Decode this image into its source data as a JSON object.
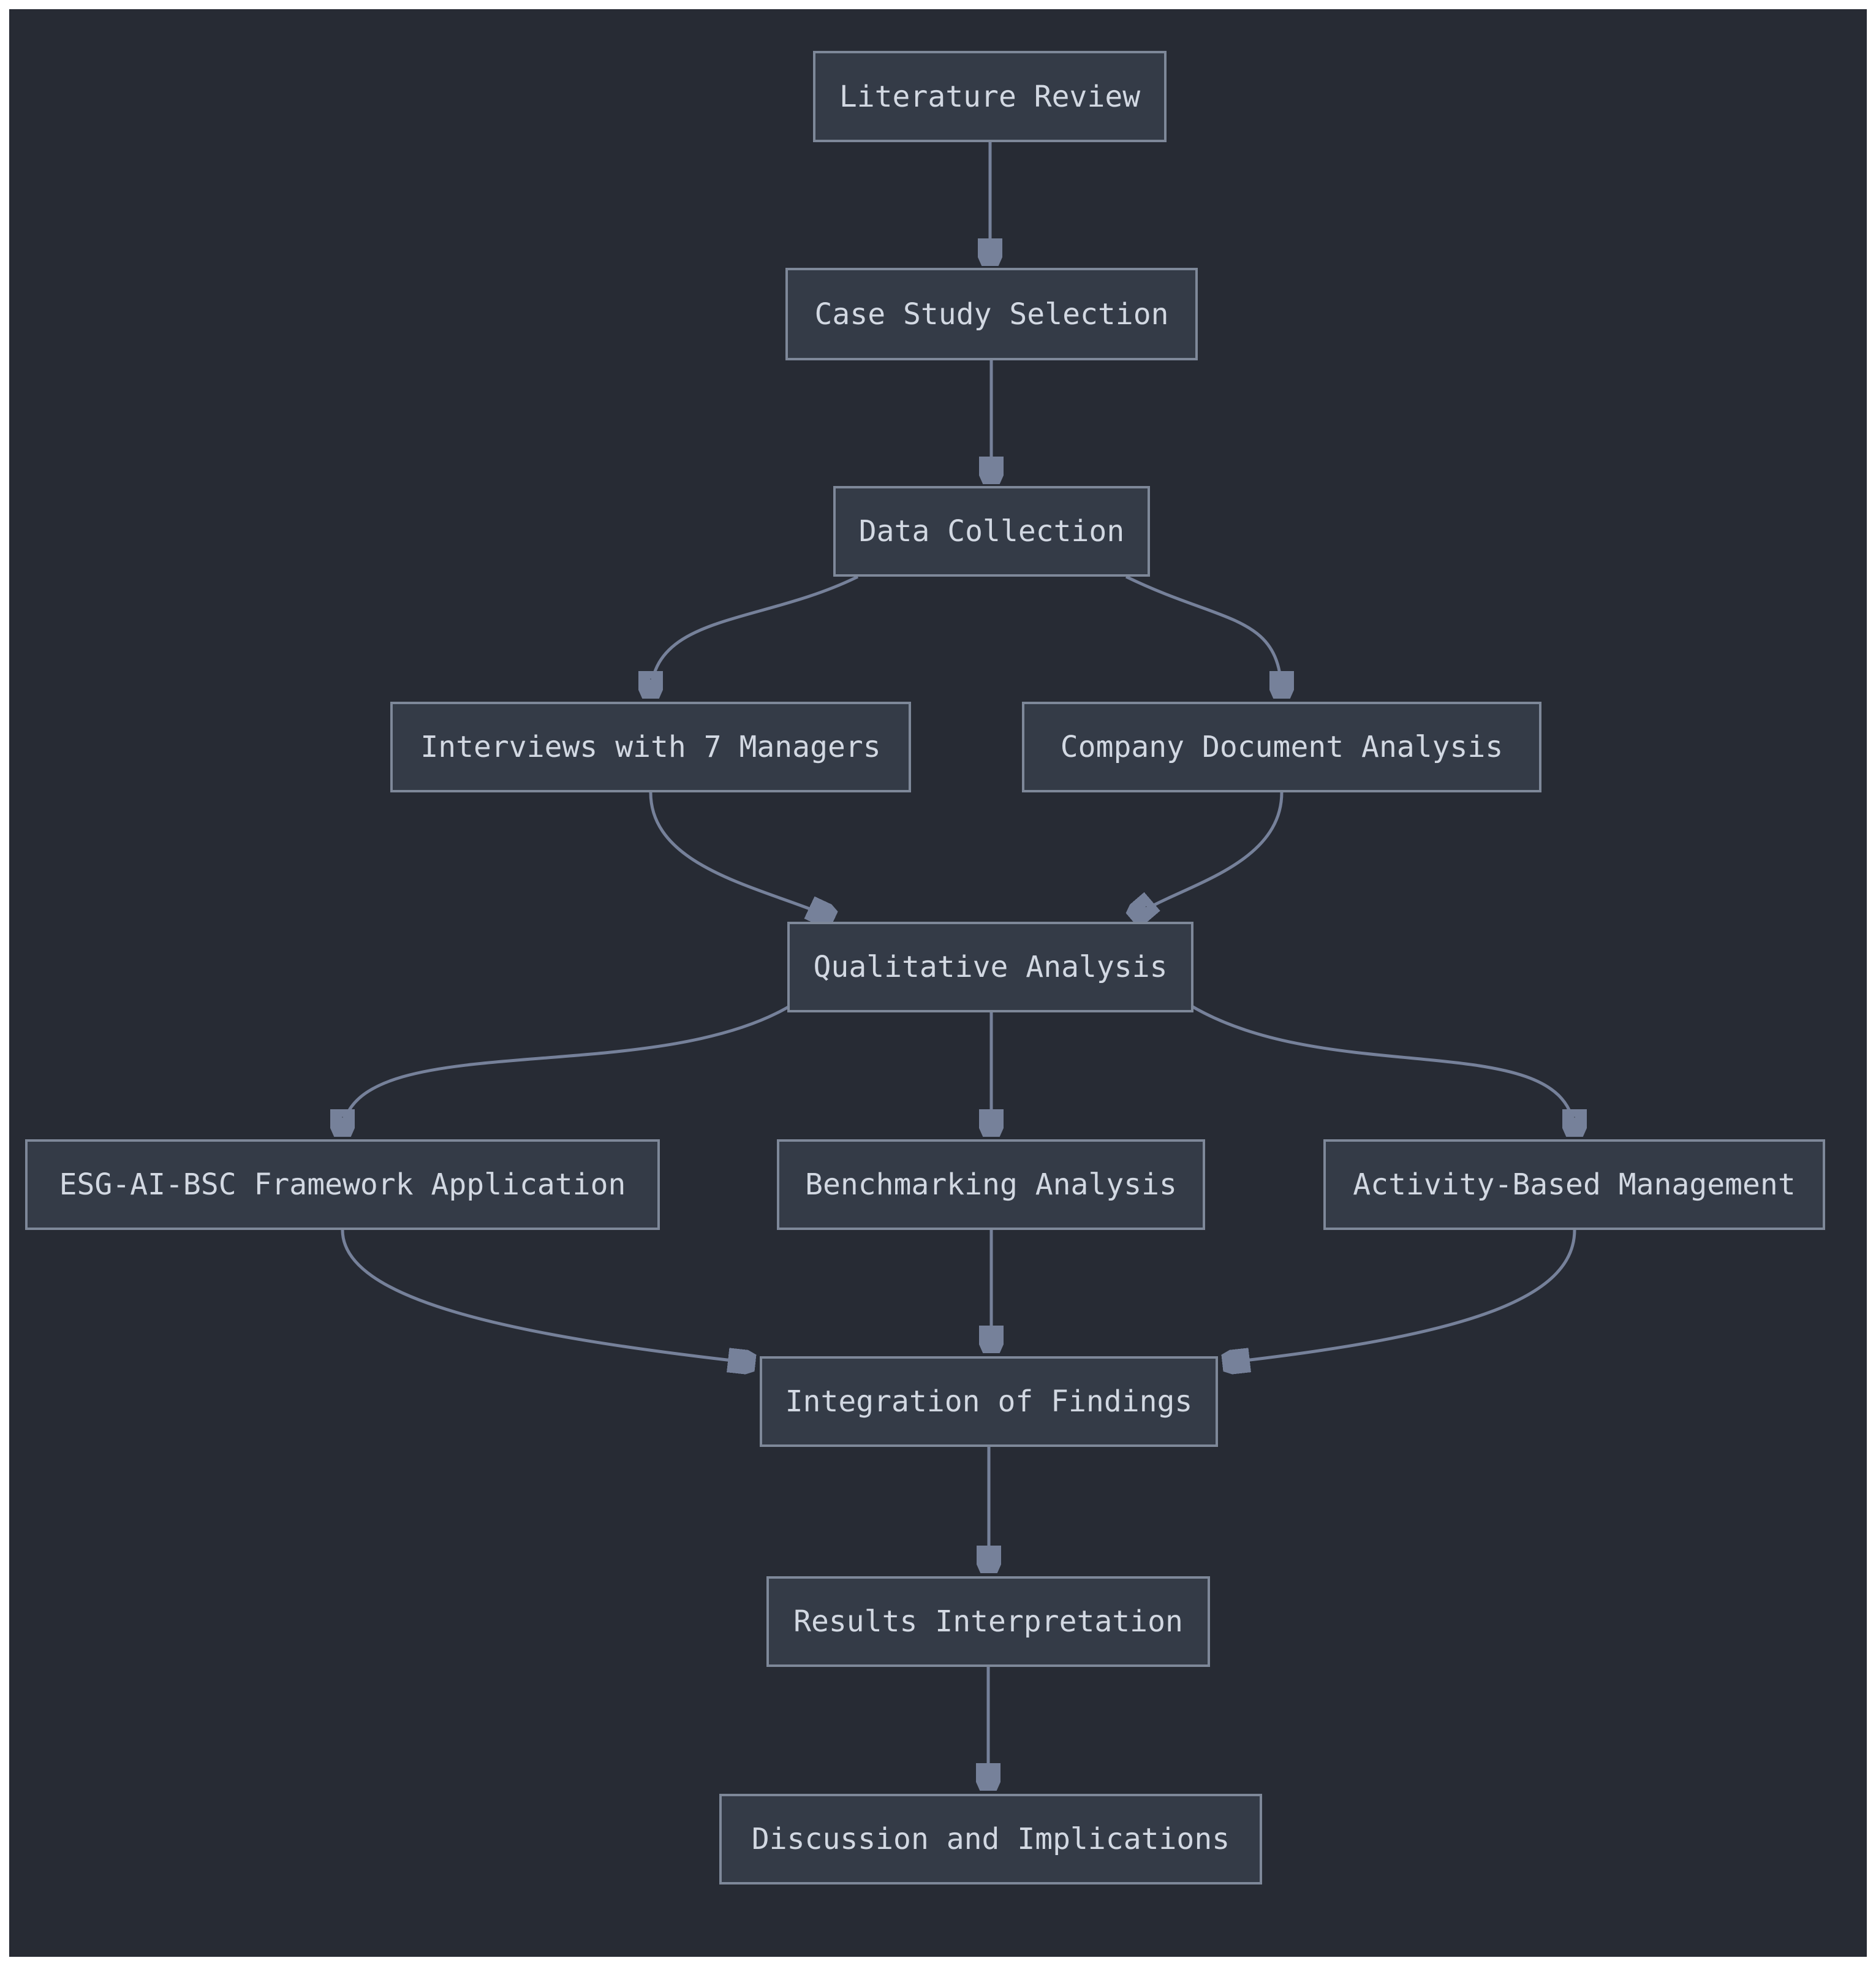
{
  "diagram": {
    "type": "flowchart",
    "direction": "top-down",
    "nodes": [
      {
        "id": "literature_review",
        "label": "Literature Review"
      },
      {
        "id": "case_study_selection",
        "label": "Case Study Selection"
      },
      {
        "id": "data_collection",
        "label": "Data Collection"
      },
      {
        "id": "interviews",
        "label": "Interviews with 7 Managers"
      },
      {
        "id": "company_doc_analysis",
        "label": "Company Document Analysis"
      },
      {
        "id": "qualitative_analysis",
        "label": "Qualitative Analysis"
      },
      {
        "id": "esg_ai_bsc",
        "label": "ESG-AI-BSC Framework Application"
      },
      {
        "id": "benchmarking",
        "label": "Benchmarking Analysis"
      },
      {
        "id": "activity_based_mgmt",
        "label": "Activity-Based Management"
      },
      {
        "id": "integration",
        "label": "Integration of Findings"
      },
      {
        "id": "results_interpretation",
        "label": "Results Interpretation"
      },
      {
        "id": "discussion",
        "label": "Discussion and Implications"
      }
    ],
    "edges": [
      {
        "from": "literature_review",
        "to": "case_study_selection"
      },
      {
        "from": "case_study_selection",
        "to": "data_collection"
      },
      {
        "from": "data_collection",
        "to": "interviews"
      },
      {
        "from": "data_collection",
        "to": "company_doc_analysis"
      },
      {
        "from": "interviews",
        "to": "qualitative_analysis"
      },
      {
        "from": "company_doc_analysis",
        "to": "qualitative_analysis"
      },
      {
        "from": "qualitative_analysis",
        "to": "esg_ai_bsc"
      },
      {
        "from": "qualitative_analysis",
        "to": "benchmarking"
      },
      {
        "from": "qualitative_analysis",
        "to": "activity_based_mgmt"
      },
      {
        "from": "esg_ai_bsc",
        "to": "integration"
      },
      {
        "from": "benchmarking",
        "to": "integration"
      },
      {
        "from": "activity_based_mgmt",
        "to": "integration"
      },
      {
        "from": "integration",
        "to": "results_interpretation"
      },
      {
        "from": "results_interpretation",
        "to": "discussion"
      }
    ],
    "colors": {
      "page_frame": "#FFFFFF",
      "background": "#272B34",
      "node_fill": "#343B47",
      "node_border": "#7E8899",
      "edge": "#76819A",
      "text": "#D2D8E2"
    }
  }
}
